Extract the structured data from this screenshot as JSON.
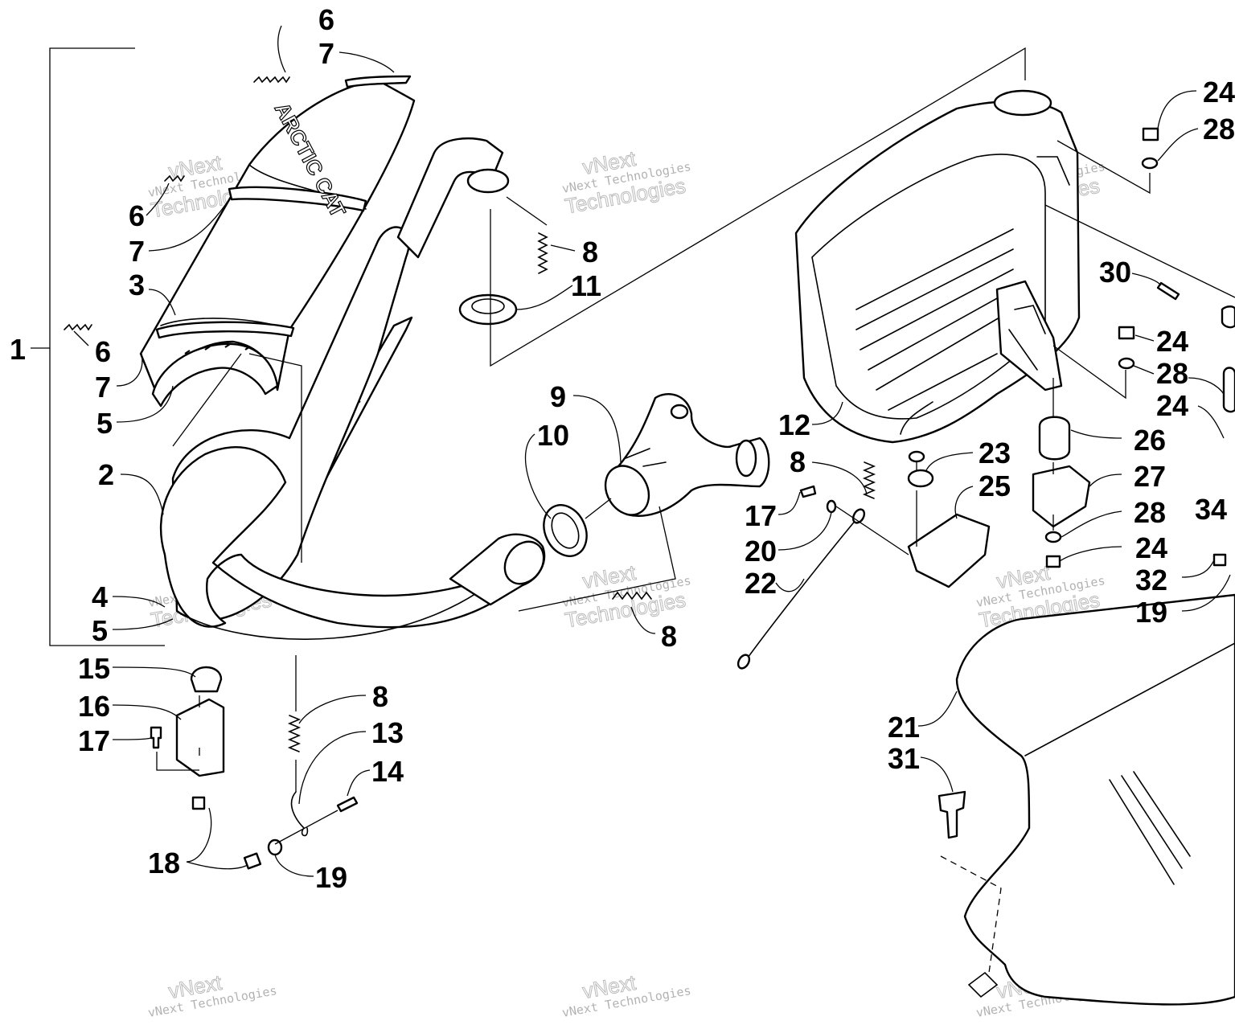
{
  "brand_text": "ARCTIC CAT",
  "watermark": {
    "line1": "vNext Technologies",
    "line2": "Technologies",
    "line3": "vNext"
  },
  "callouts": [
    {
      "id": "c1",
      "label": "1"
    },
    {
      "id": "c2",
      "label": "2"
    },
    {
      "id": "c3",
      "label": "3"
    },
    {
      "id": "c4",
      "label": "4"
    },
    {
      "id": "c5a",
      "label": "5"
    },
    {
      "id": "c5b",
      "label": "5"
    },
    {
      "id": "c6a",
      "label": "6"
    },
    {
      "id": "c6b",
      "label": "6"
    },
    {
      "id": "c6c",
      "label": "6"
    },
    {
      "id": "c7a",
      "label": "7"
    },
    {
      "id": "c7b",
      "label": "7"
    },
    {
      "id": "c7c",
      "label": "7"
    },
    {
      "id": "c8a",
      "label": "8"
    },
    {
      "id": "c8b",
      "label": "8"
    },
    {
      "id": "c8c",
      "label": "8"
    },
    {
      "id": "c8d",
      "label": "8"
    },
    {
      "id": "c9",
      "label": "9"
    },
    {
      "id": "c10",
      "label": "10"
    },
    {
      "id": "c11",
      "label": "11"
    },
    {
      "id": "c12",
      "label": "12"
    },
    {
      "id": "c13",
      "label": "13"
    },
    {
      "id": "c14",
      "label": "14"
    },
    {
      "id": "c15",
      "label": "15"
    },
    {
      "id": "c16",
      "label": "16"
    },
    {
      "id": "c17a",
      "label": "17"
    },
    {
      "id": "c17b",
      "label": "17"
    },
    {
      "id": "c18",
      "label": "18"
    },
    {
      "id": "c19a",
      "label": "19"
    },
    {
      "id": "c19b",
      "label": "19"
    },
    {
      "id": "c20",
      "label": "20"
    },
    {
      "id": "c21",
      "label": "21"
    },
    {
      "id": "c22",
      "label": "22"
    },
    {
      "id": "c23",
      "label": "23"
    },
    {
      "id": "c24a",
      "label": "24"
    },
    {
      "id": "c24b",
      "label": "24"
    },
    {
      "id": "c24c",
      "label": "24"
    },
    {
      "id": "c24d",
      "label": "24"
    },
    {
      "id": "c25",
      "label": "25"
    },
    {
      "id": "c26",
      "label": "26"
    },
    {
      "id": "c27",
      "label": "27"
    },
    {
      "id": "c28a",
      "label": "28"
    },
    {
      "id": "c28b",
      "label": "28"
    },
    {
      "id": "c28c",
      "label": "28"
    },
    {
      "id": "c30",
      "label": "30"
    },
    {
      "id": "c31",
      "label": "31"
    },
    {
      "id": "c32",
      "label": "32"
    },
    {
      "id": "c34",
      "label": "34"
    }
  ]
}
